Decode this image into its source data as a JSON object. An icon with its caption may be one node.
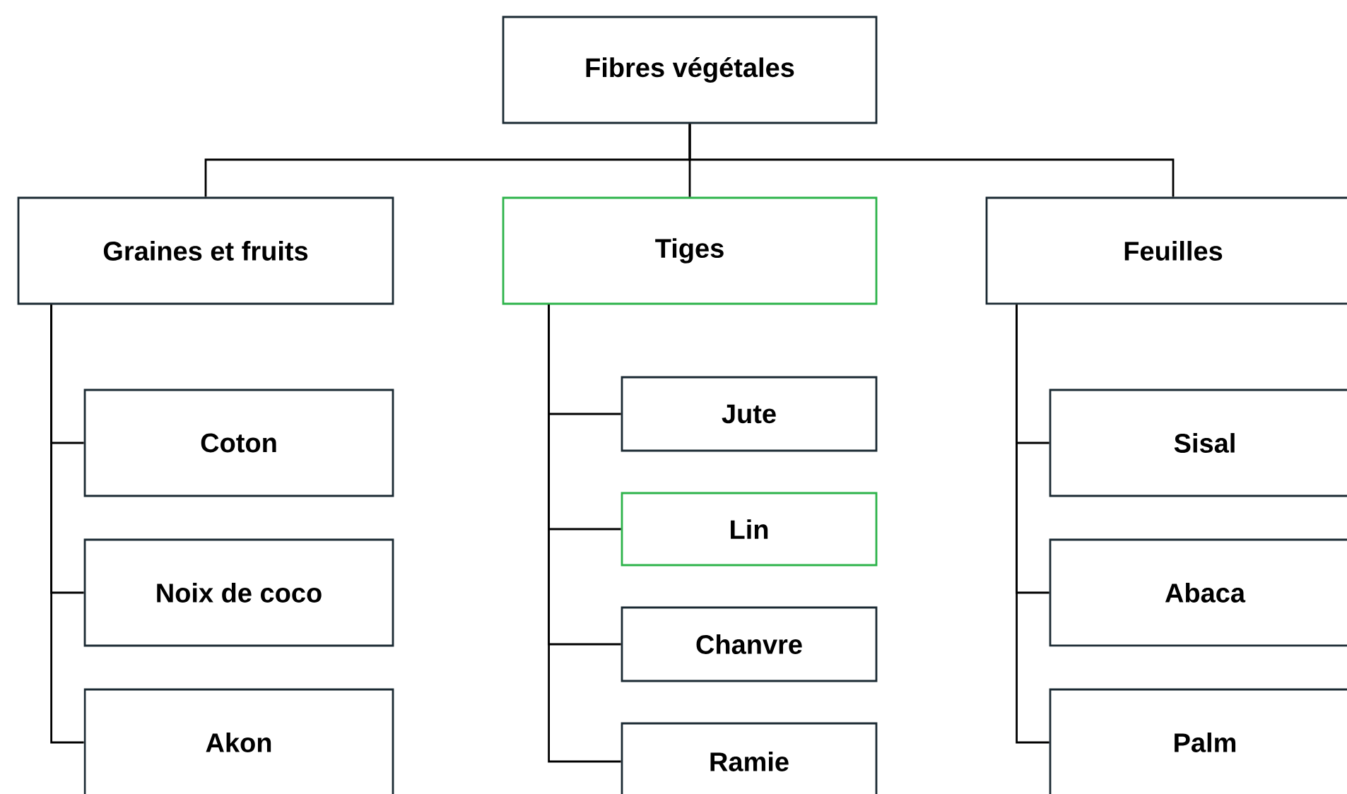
{
  "diagram": {
    "nodes": [
      {
        "text": [
          "Fibres végétales"
        ]
      },
      {
        "text": [
          "Graines et fruits"
        ]
      },
      {
        "text": [
          "Tiges"
        ]
      },
      {
        "text": [
          "Feuilles"
        ]
      },
      {
        "text": [
          "Coton"
        ]
      },
      {
        "text": [
          "Noix de coco"
        ]
      },
      {
        "text": [
          "Akon"
        ]
      },
      {
        "text": [
          "Jute"
        ]
      },
      {
        "text": [
          "Lin"
        ]
      },
      {
        "text": [
          "Chanvre"
        ]
      },
      {
        "text": [
          "Ramie"
        ]
      },
      {
        "text": [
          "Sisal"
        ]
      },
      {
        "text": [
          "Abaca"
        ]
      },
      {
        "text": [
          "Palm"
        ]
      }
    ],
    "edges": [
      {
        "from": 0,
        "to": 1,
        "arrow": "none"
      },
      {
        "from": 0,
        "to": 2,
        "arrow": "none"
      },
      {
        "from": 0,
        "to": 3,
        "arrow": "none"
      },
      {
        "from": 1,
        "to": 4,
        "arrow": "none"
      },
      {
        "from": 1,
        "to": 5,
        "arrow": "none"
      },
      {
        "from": 1,
        "to": 6,
        "arrow": "none"
      },
      {
        "from": 2,
        "to": 7,
        "arrow": "none"
      },
      {
        "from": 2,
        "to": 8,
        "arrow": "none"
      },
      {
        "from": 2,
        "to": 9,
        "arrow": "none"
      },
      {
        "from": 2,
        "to": 10,
        "arrow": "none"
      },
      {
        "from": 3,
        "to": 11,
        "arrow": "none"
      },
      {
        "from": 3,
        "to": 12,
        "arrow": "none"
      },
      {
        "from": 3,
        "to": 13,
        "arrow": "none"
      }
    ]
  }
}
